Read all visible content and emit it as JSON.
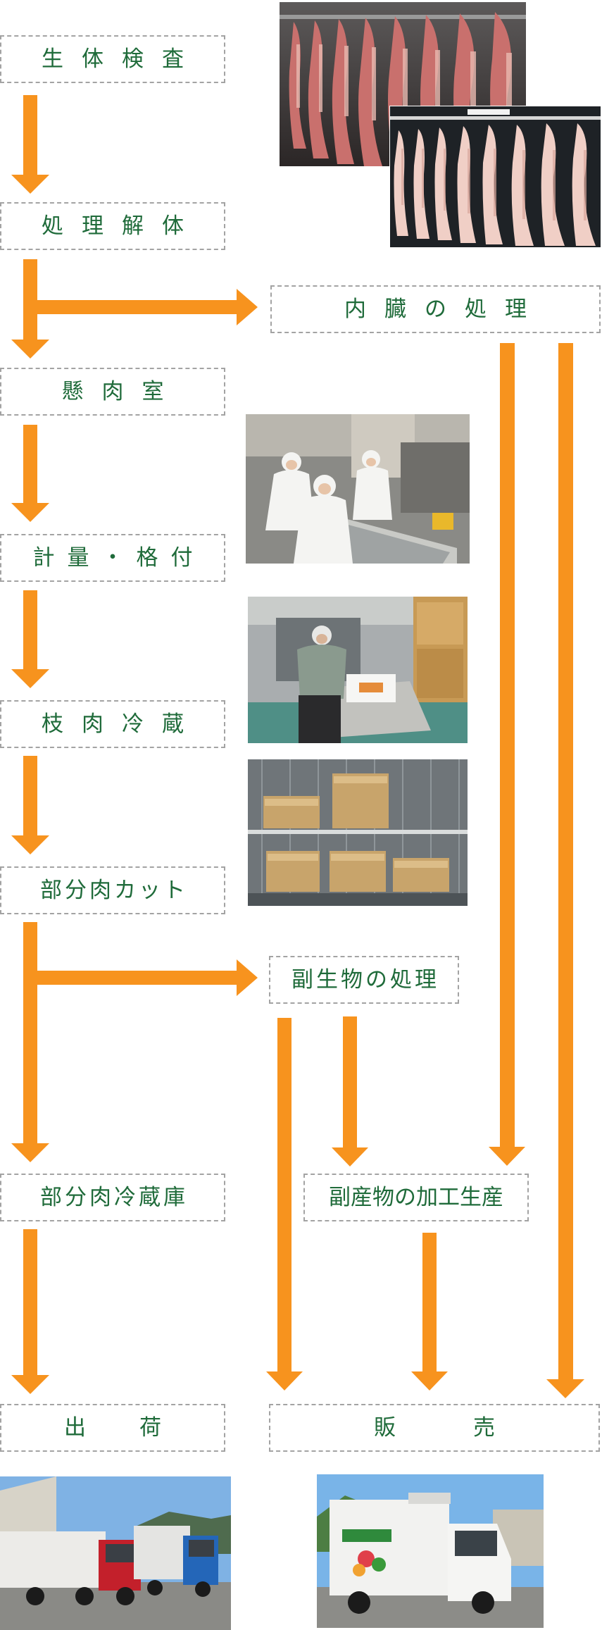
{
  "colors": {
    "arrow": "#f7931e",
    "label_text": "#1f6b3a",
    "box_border": "#a3a3a3"
  },
  "steps": {
    "inspection": "生体検査",
    "slaughter": "処理解体",
    "hanging_room": "懸肉室",
    "weigh_grade": "計量・格付",
    "carcass_chill": "枝肉冷蔵",
    "cut": "部分肉カット",
    "cut_storage": "部分肉冷蔵庫",
    "shipping": "出荷",
    "offal": "内臓の処理",
    "byproduct": "副生物の処理",
    "byproduct_processing": "副産物の加工生産",
    "sales": "販売"
  },
  "photos": {
    "beef_carcasses": "hanging-beef-carcasses",
    "pork_carcasses": "hanging-pork-carcasses",
    "workers_cutting": "workers-cutting-meat",
    "worker_packing": "worker-packing-boxes",
    "cold_storage": "cold-storage-boxes",
    "trucks": "refrigerated-trucks",
    "small_truck": "small-refrigerated-truck"
  }
}
